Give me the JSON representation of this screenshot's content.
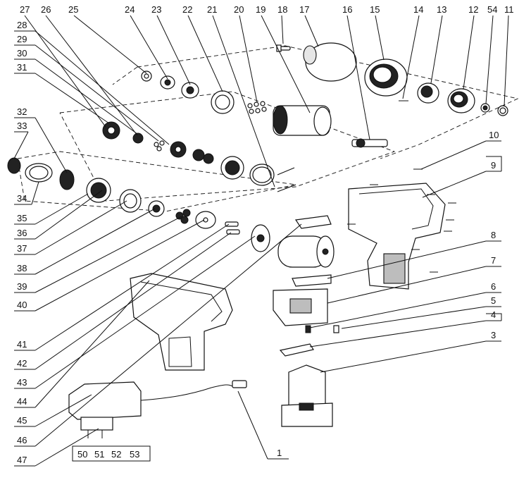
{
  "callouts": {
    "top": [
      "27",
      "26",
      "25",
      "24",
      "23",
      "22",
      "21",
      "20",
      "19",
      "18",
      "17",
      "16",
      "15",
      "14",
      "13",
      "12",
      "54",
      "11"
    ],
    "left": [
      "28",
      "29",
      "30",
      "31",
      "32",
      "33",
      "34",
      "35",
      "36",
      "37",
      "38",
      "39",
      "40",
      "41",
      "42",
      "43",
      "44",
      "45",
      "46",
      "47"
    ],
    "right": [
      "10",
      "9",
      "8",
      "7",
      "6",
      "5",
      "4",
      "3"
    ],
    "bottom": [
      "1"
    ]
  },
  "charger_box": [
    "50",
    "51",
    "52",
    "53"
  ],
  "colors": {
    "line": "#111111",
    "background": "#ffffff",
    "fill_dark": "#222222",
    "fill_grey": "#bdbdbd"
  }
}
